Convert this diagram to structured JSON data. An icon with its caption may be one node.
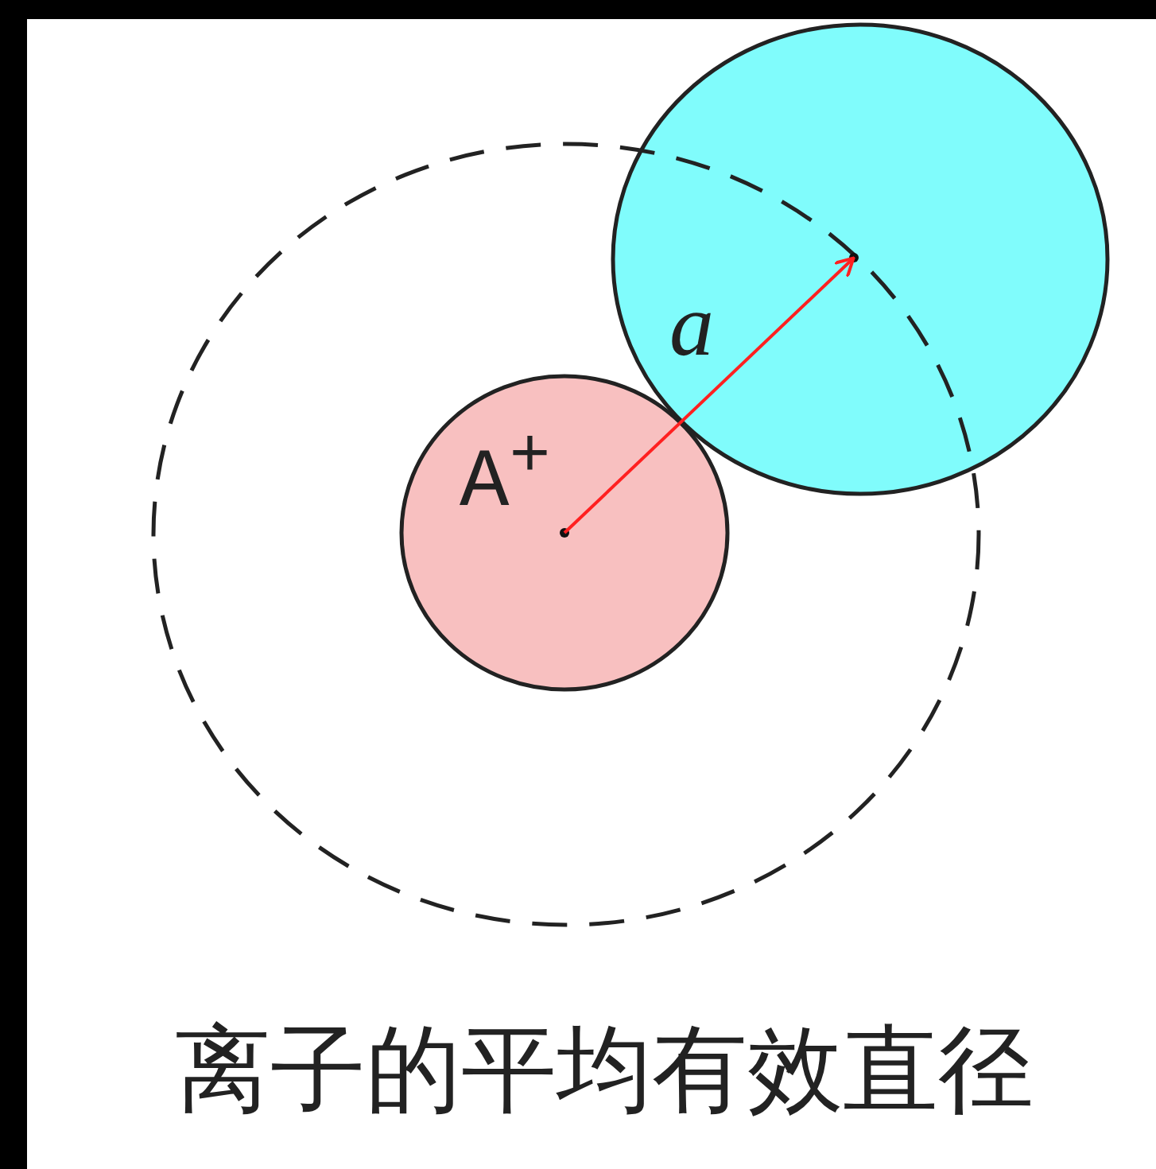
{
  "diagram": {
    "caption": "离子的平均有效直径",
    "nodes": [
      {
        "text": [],
        "shape": "circle"
      },
      {
        "text": [
          "A$^{+}$"
        ],
        "in": 0
      },
      {
        "text": [],
        "shape": "circle"
      }
    ],
    "edges": [
      {
        "from": 1,
        "to": 2,
        "arrow": "to",
        "label": "a",
        "color": "#ff2020"
      }
    ]
  }
}
